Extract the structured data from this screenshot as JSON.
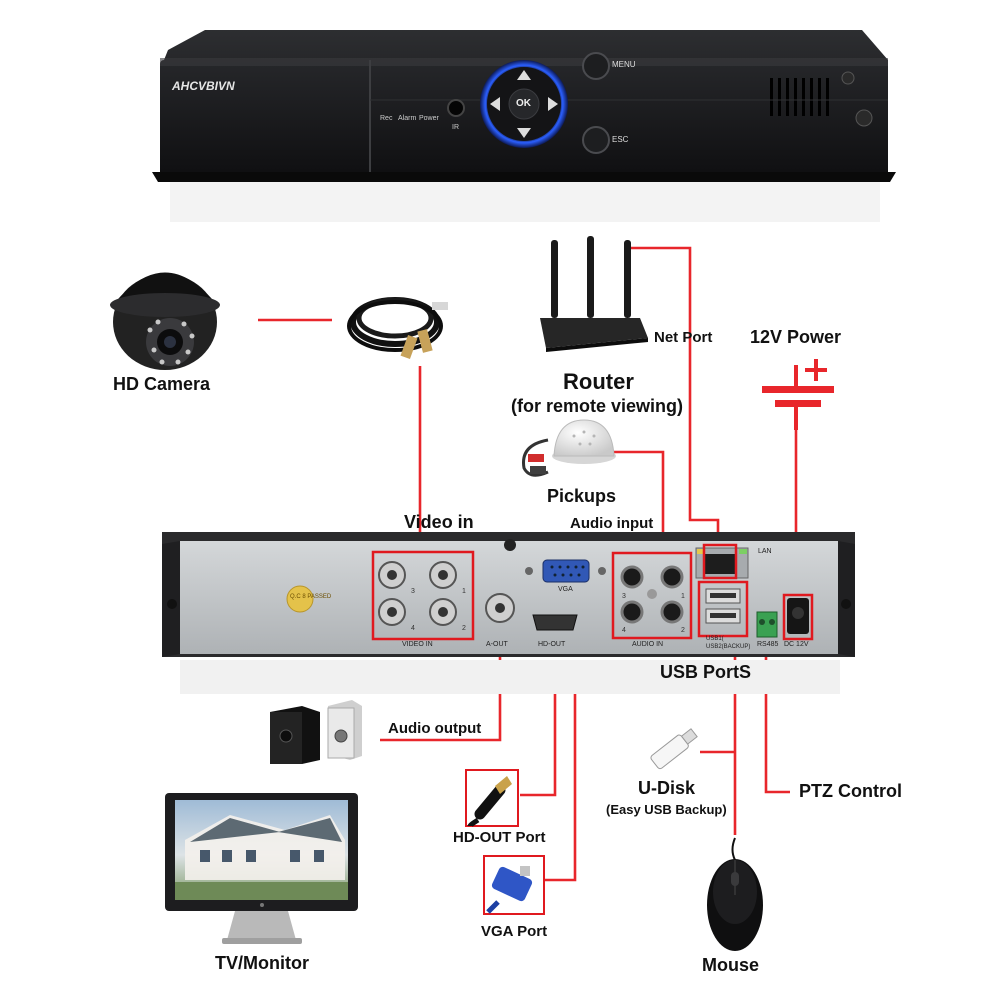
{
  "dvr_front": {
    "brand": "AHCVBIVN",
    "indicators": [
      "Rec",
      "Alarm",
      "Power"
    ],
    "ir_label": "IR",
    "ok_label": "OK",
    "menu_label": "MENU",
    "esc_label": "ESC"
  },
  "dvr_back": {
    "sticker": "Q.C 8 PASSED",
    "video_in_label": "VIDEO IN",
    "video_in_ports": [
      "3",
      "1",
      "4",
      "2"
    ],
    "aout_label": "A-OUT",
    "vga_label": "VGA",
    "hdout_label": "HD-OUT",
    "audio_in_label": "AUDIO IN",
    "audio_in_ports": [
      "3",
      "1",
      "4",
      "2"
    ],
    "lan_label": "LAN",
    "usb1_label": "USB1(",
    "usb2_label": "USB2(BACKUP)",
    "rs485_label": "RS485",
    "dc_label": "DC 12V"
  },
  "labels": {
    "hd_camera": "HD Camera",
    "video_in": "Video in",
    "router": "Router",
    "router_sub": "(for remote viewing)",
    "net_port": "Net Port",
    "power": "12V Power",
    "pickups": "Pickups",
    "audio_input": "Audio input",
    "usb_ports": "USB PortS",
    "audio_output": "Audio output",
    "u_disk": "U-Disk",
    "u_disk_sub": "(Easy USB Backup)",
    "ptz_control": "PTZ Control",
    "hd_out_port": "HD-OUT Port",
    "vga_port": "VGA Port",
    "tv_monitor": "TV/Monitor",
    "mouse": "Mouse"
  },
  "colors": {
    "wire": "#e8262b",
    "highlight_box": "#e0191f",
    "dvr_body": "#1c1c1e",
    "back_panel": "#bfc3c6"
  }
}
